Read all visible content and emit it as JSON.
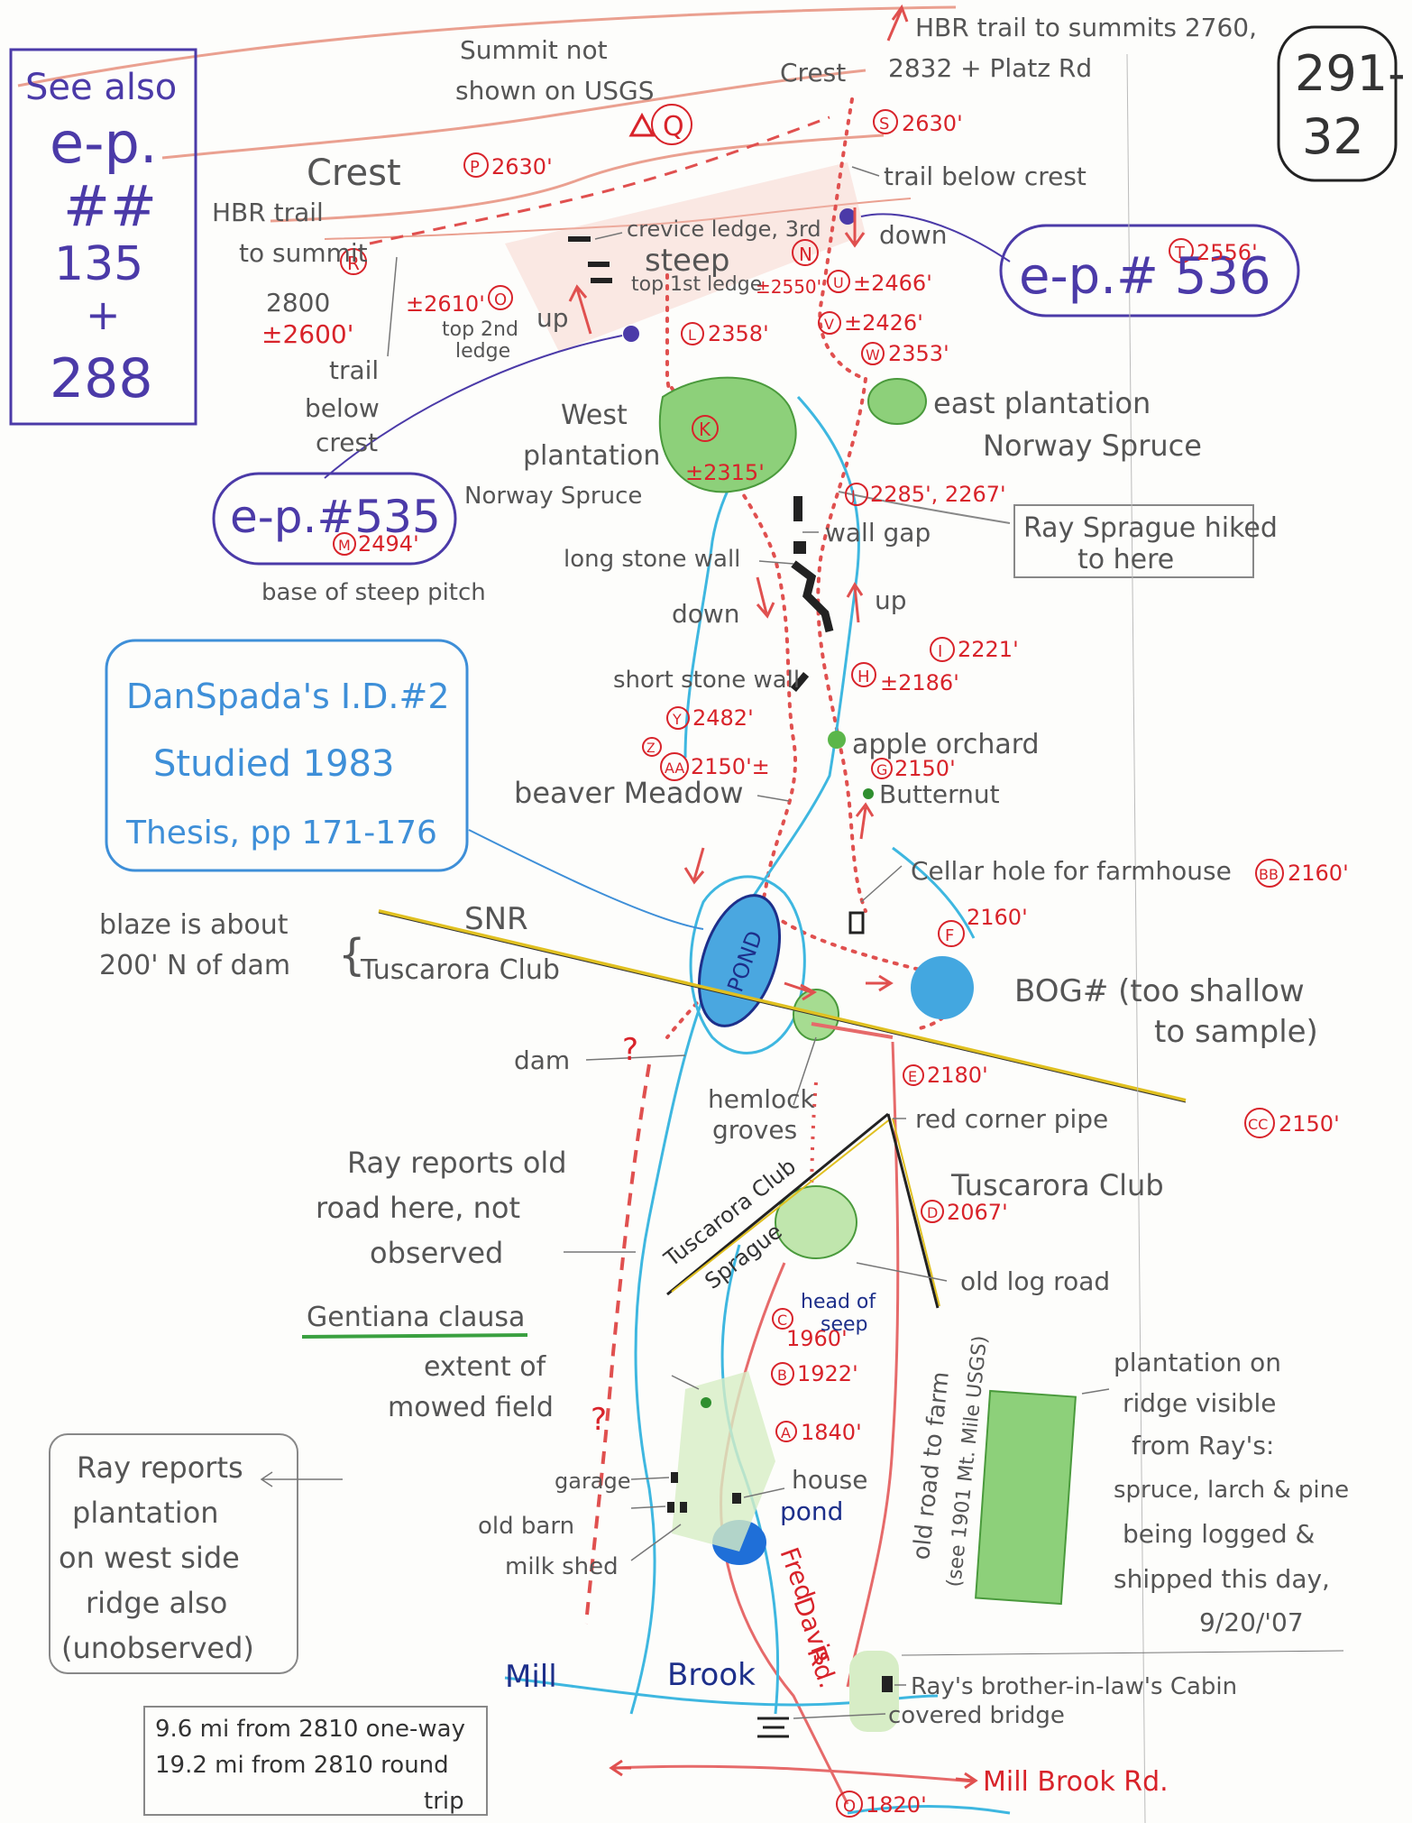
{
  "sheet": {
    "number": "291-32",
    "number_line1": "291-",
    "number_line2": "32"
  },
  "see_also": {
    "heading": "See also",
    "line1": "e-p.",
    "line2": "##",
    "line3": "135",
    "line4": "+",
    "line5": "288"
  },
  "ep_labels": {
    "ep536": "e-p.# 536",
    "ep535": "e-p.#535"
  },
  "dan_spada": {
    "line1": "DanSpada's I.D.#2",
    "line2": "Studied 1983",
    "line3": "Thesis, pp 171-176"
  },
  "ray_sprague_box": {
    "line1": "Ray Sprague hiked",
    "line2": "to here"
  },
  "ray_plantation_box": {
    "line1": "Ray reports",
    "line2": "plantation",
    "line3": "on west side",
    "line4": "ridge also",
    "line5": "(unobserved)"
  },
  "distance_box": {
    "line1": "9.6 mi from 2810 one-way",
    "line2": "19.2 mi from 2810 round",
    "line3": "trip"
  },
  "waypoints": {
    "P": {
      "letter": "P",
      "elev": "2630'"
    },
    "S": {
      "letter": "S",
      "elev": "2630'"
    },
    "T": {
      "letter": "T",
      "elev": "2556'"
    },
    "R": {
      "letter": "R",
      "elev": ""
    },
    "O": {
      "letter": "O",
      "elev": "±2610'"
    },
    "N": {
      "letter": "N",
      "elev": "±2550'"
    },
    "U": {
      "letter": "U",
      "elev": "±2466'"
    },
    "V": {
      "letter": "V",
      "elev": "±2426'"
    },
    "W": {
      "letter": "W",
      "elev": "2353'"
    },
    "L": {
      "letter": "L",
      "elev": "2358'"
    },
    "K": {
      "letter": "K",
      "elev": "±2315'"
    },
    "J": {
      "letter": "J",
      "elev": "2285', 2267'"
    },
    "M": {
      "letter": "M",
      "elev": "2494'"
    },
    "I": {
      "letter": "I",
      "elev": "2221'"
    },
    "H": {
      "letter": "H",
      "elev": "±2186'"
    },
    "Y": {
      "letter": "Y",
      "elev": "2482'"
    },
    "Z": {
      "letter": "Z",
      "elev": ""
    },
    "AA": {
      "letter": "AA",
      "elev": "2150'±"
    },
    "G": {
      "letter": "G",
      "elev": "2150'"
    },
    "BB": {
      "letter": "BB",
      "elev": "2160'"
    },
    "F": {
      "letter": "F",
      "elev": "2160'"
    },
    "E": {
      "letter": "E",
      "elev": "2180'"
    },
    "CC": {
      "letter": "CC",
      "elev": "2150'"
    },
    "D": {
      "letter": "D",
      "elev": "2067'"
    },
    "C": {
      "letter": "C",
      "elev": "1960'"
    },
    "B": {
      "letter": "B",
      "elev": "1922'"
    },
    "A": {
      "letter": "A",
      "elev": "1840'"
    },
    "O2": {
      "letter": "O",
      "elev": "1820'"
    }
  },
  "labels": {
    "hbr_trail_top": "HBR trail to summits 2760,",
    "hbr_trail_top2": "2832 + Platz Rd",
    "summit_not_shown": "Summit not",
    "summit_not_shown2": "shown on USGS",
    "summit_Q": "Q",
    "crest_top": "Crest",
    "crest_left": "Crest",
    "trail_below_crest_right": "trail below crest",
    "down_top": "down",
    "hbr_trail_left1": "HBR trail",
    "hbr_trail_left2": "to summit",
    "hbr_trail_left3": "2800",
    "hbr_trail_left4": "±2600'",
    "crevice_ledge": "crevice ledge, 3rd",
    "steep": "steep",
    "top_1st_ledge": "top 1st ledge",
    "top_2nd_ledge1": "top 2nd",
    "top_2nd_ledge2": "ledge",
    "up_top": "up",
    "trail_below_crest_left1": "trail",
    "trail_below_crest_left2": "below",
    "trail_below_crest_left3": "crest",
    "west_plantation1": "West",
    "west_plantation2": "plantation",
    "west_plantation3": "Norway Spruce",
    "east_plantation1": "east plantation",
    "east_plantation2": "Norway Spruce",
    "base_steep": "base of steep pitch",
    "wall_gap": "wall gap",
    "long_stone_wall": "long stone wall",
    "down_mid": "down",
    "up_mid": "up",
    "short_stone_wall": "short stone wall",
    "apple_orchard": "apple orchard",
    "butternut": "Butternut",
    "beaver_meadow": "beaver Meadow",
    "cellar_hole": "Cellar hole for farmhouse",
    "blaze1": "blaze is about",
    "blaze2": "200' N of dam",
    "snr": "SNR",
    "tuscarora_upper": "Tuscarora Club",
    "pond_upper": "POND",
    "bog1": "BOG# (too shallow",
    "bog2": "to sample)",
    "dam": "dam",
    "question1": "?",
    "hemlock1": "hemlock",
    "hemlock2": "groves",
    "red_corner_pipe": "red corner pipe",
    "tuscarora_lower_right": "Tuscarora Club",
    "tuscarora_diag": "Tuscarora Club",
    "sprague_diag": "Sprague",
    "ray_old_road1": "Ray reports old",
    "ray_old_road2": "road here, not",
    "ray_old_road3": "observed",
    "old_log_road": "old log road",
    "head_seep1": "head of",
    "head_seep2": "seep",
    "gentiana": "Gentiana clausa",
    "extent1": "extent of",
    "extent2": "mowed field",
    "garage": "garage",
    "house": "house",
    "old_barn": "old barn",
    "pond_lower": "pond",
    "milk_shed": "milk shed",
    "old_road_farm1": "old road to farm",
    "old_road_farm2": "(see 1901 Mt. Mile USGS)",
    "fred_davis1": "Fred",
    "fred_davis2": "Davis",
    "fred_davis3": "Rd.",
    "plantation_ridge1": "plantation on",
    "plantation_ridge2": "ridge visible",
    "plantation_ridge3": "from Ray's:",
    "plantation_ridge4": "spruce, larch & pine",
    "plantation_ridge5": "being logged &",
    "plantation_ridge6": "shipped this day,",
    "plantation_ridge7": "9/20/'07",
    "mill": "Mill",
    "brook": "Brook",
    "brother_cabin": "Ray's brother-in-law's Cabin",
    "covered_bridge": "covered bridge",
    "mill_brook_rd": "Mill Brook Rd."
  },
  "colors": {
    "trail_red": "#e0504f",
    "stream_blue": "#3eb7e0",
    "crest_pink": "#e89080",
    "plantation_green": "#8dd07a",
    "yellow_line": "#e0c020",
    "pencil_gray": "#555555",
    "purple_ink": "#4b3aa8"
  }
}
